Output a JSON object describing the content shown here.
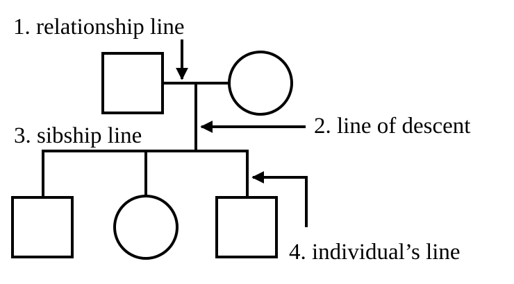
{
  "labels": {
    "relationship_line": "1. relationship line",
    "line_of_descent": "2. line of descent",
    "sibship_line": "3. sibship line",
    "individuals_line": "4. individual’s line"
  },
  "symbols": {
    "square": "male",
    "circle": "female"
  },
  "colors": {
    "stroke": "#000000",
    "background": "#ffffff"
  }
}
